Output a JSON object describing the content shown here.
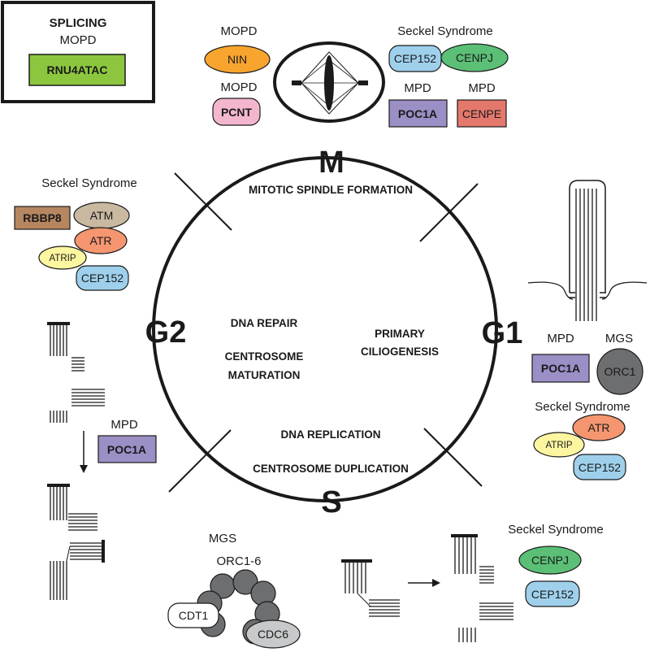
{
  "splicing": {
    "title": "SPLICING",
    "disease": "MOPD",
    "gene": "RNU4ATAC"
  },
  "mphase": {
    "mopd1": "MOPD",
    "nin": "NIN",
    "mopd2": "MOPD",
    "pcnt": "PCNT",
    "seckel": "Seckel Syndrome",
    "cep152": "CEP152",
    "cenpj": "CENPJ",
    "mpd1": "MPD",
    "mpd2": "MPD",
    "poc1a": "POC1A",
    "cenpe": "CENPE"
  },
  "cycle": {
    "m": "M",
    "g1": "G1",
    "g2": "G2",
    "s": "S",
    "spindle": "MITOTIC SPINDLE FORMATION",
    "repair": "DNA REPAIR",
    "maturation1": "CENTROSOME",
    "maturation2": "MATURATION",
    "cilio1": "PRIMARY",
    "cilio2": "CILIOGENESIS",
    "replication": "DNA REPLICATION",
    "duplication": "CENTROSOME DUPLICATION"
  },
  "g2": {
    "seckel": "Seckel Syndrome",
    "rbbp8": "RBBP8",
    "atm": "ATM",
    "atr": "ATR",
    "atrip": "ATRIP",
    "cep152": "CEP152",
    "mpd": "MPD",
    "poc1a": "POC1A"
  },
  "g1": {
    "mpd": "MPD",
    "mgs": "MGS",
    "poc1a": "POC1A",
    "orc1": "ORC1",
    "seckel": "Seckel Syndrome",
    "atr": "ATR",
    "atrip": "ATRIP",
    "cep152": "CEP152"
  },
  "sphase": {
    "mgs": "MGS",
    "orc": "ORC1-6",
    "cdt1": "CDT1",
    "cdc6": "CDC6",
    "seckel": "Seckel Syndrome",
    "cenpj": "CENPJ",
    "cep152": "CEP152"
  },
  "colors": {
    "green": "#8cc63f",
    "orange": "#f8a52f",
    "pink": "#f4b6cf",
    "blue": "#9ed0ec",
    "cenpj": "#5bbf75",
    "purple": "#9b8fc6",
    "red": "#e4786c",
    "brown": "#b58660",
    "tan": "#c9b9a0",
    "salmon": "#f59670",
    "yellow": "#fdf6a0",
    "gray": "#6d6e70",
    "lightgray": "#c8c9ca"
  }
}
